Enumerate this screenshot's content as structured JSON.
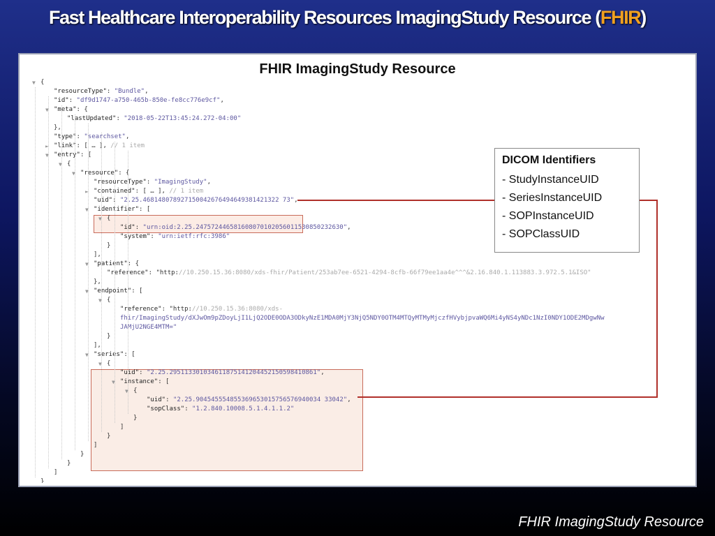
{
  "slide": {
    "title_main": "Fast Healthcare Interoperability Resources ImagingStudy Resource (",
    "title_accent": "FHIR",
    "title_close": ")",
    "panel_title": "FHIR ImagingStudy Resource",
    "footer": "FHIR ImagingStudy Resource"
  },
  "dicom_box": {
    "title": "DICOM Identifiers",
    "items": [
      "- StudyInstanceUID",
      "- SeriesInstanceUID",
      "- SOPInstanceUID",
      "- SOPClassUID"
    ]
  },
  "colors": {
    "accent": "#f0a020",
    "connector": "#b0302a",
    "highlight_border": "#c86b5a"
  },
  "json_lines": [
    {
      "toggle": "▼",
      "indent": 0,
      "text": "{"
    },
    {
      "toggle": "",
      "indent": 1,
      "text": "\"resourceType\": \"Bundle\","
    },
    {
      "toggle": "",
      "indent": 1,
      "text": "\"id\": \"df9d1747-a750-465b-850e-fe8cc776e9cf\","
    },
    {
      "toggle": "▼",
      "indent": 1,
      "text": "\"meta\": {"
    },
    {
      "toggle": "",
      "indent": 2,
      "text": "\"lastUpdated\": \"2018-05-22T13:45:24.272-04:00\""
    },
    {
      "toggle": "",
      "indent": 1,
      "text": "},"
    },
    {
      "toggle": "",
      "indent": 1,
      "text": "\"type\": \"searchset\","
    },
    {
      "toggle": "►",
      "indent": 1,
      "text": "\"link\": [ … ], // 1 item"
    },
    {
      "toggle": "▼",
      "indent": 1,
      "text": "\"entry\": ["
    },
    {
      "toggle": "▼",
      "indent": 2,
      "text": "{"
    },
    {
      "toggle": "▼",
      "indent": 3,
      "text": "\"resource\": {"
    },
    {
      "toggle": "",
      "indent": 4,
      "text": "\"resourceType\": \"ImagingStudy\","
    },
    {
      "toggle": "►",
      "indent": 4,
      "text": "\"contained\": [ … ], // 1 item"
    },
    {
      "toggle": "",
      "indent": 4,
      "text": "\"uid\": \"2.25.468148078927150042676494649381421322 73\","
    },
    {
      "toggle": "▼",
      "indent": 4,
      "text": "\"identifier\": ["
    },
    {
      "toggle": "▼",
      "indent": 5,
      "text": "{"
    },
    {
      "toggle": "",
      "indent": 6,
      "text": "\"id\": \"urn:oid:2.25.247572446581608070102056011530850232630\","
    },
    {
      "toggle": "",
      "indent": 6,
      "text": "\"system\": \"urn:ietf:rfc:3986\""
    },
    {
      "toggle": "",
      "indent": 5,
      "text": "}"
    },
    {
      "toggle": "",
      "indent": 4,
      "text": "],"
    },
    {
      "toggle": "▼",
      "indent": 4,
      "text": "\"patient\": {"
    },
    {
      "toggle": "",
      "indent": 5,
      "text": "\"reference\": \"http://10.250.15.36:8080/xds-fhir/Patient/253ab7ee-6521-4294-8cfb-66f79ee1aa4e^^^&2.16.840.1.113883.3.972.5.1&ISO\""
    },
    {
      "toggle": "",
      "indent": 4,
      "text": "},"
    },
    {
      "toggle": "▼",
      "indent": 4,
      "text": "\"endpoint\": ["
    },
    {
      "toggle": "▼",
      "indent": 5,
      "text": "{"
    },
    {
      "toggle": "",
      "indent": 6,
      "text": "\"reference\": \"http://10.250.15.36:8080/xds-"
    },
    {
      "toggle": "",
      "indent": 6,
      "text": "fhir/ImagingStudy/dXJwOm9pZDoyLjI1LjQ2ODE0ODA3ODkyNzE1MDA0MjY3NjQ5NDY0OTM4MTQyMTMyMjczfHVybjpvaWQ6Mi4yNS4yNDc1NzI0NDY1ODE2MDgwNw"
    },
    {
      "toggle": "",
      "indent": 6,
      "text": "JAMjU2NGE4MTM=\""
    },
    {
      "toggle": "",
      "indent": 5,
      "text": "}"
    },
    {
      "toggle": "",
      "indent": 4,
      "text": "],"
    },
    {
      "toggle": "▼",
      "indent": 4,
      "text": "\"series\": ["
    },
    {
      "toggle": "▼",
      "indent": 5,
      "text": "{"
    },
    {
      "toggle": "",
      "indent": 6,
      "text": "\"uid\": \"2.25.295113301034611875141204452150598410861\","
    },
    {
      "toggle": "▼",
      "indent": 6,
      "text": "\"instance\": ["
    },
    {
      "toggle": "▼",
      "indent": 7,
      "text": "{"
    },
    {
      "toggle": "",
      "indent": 8,
      "text": "\"uid\": \"2.25.904545554855369653015756576940034 33042\","
    },
    {
      "toggle": "",
      "indent": 8,
      "text": "\"sopClass\": \"1.2.840.10008.5.1.4.1.1.2\""
    },
    {
      "toggle": "",
      "indent": 7,
      "text": "}"
    },
    {
      "toggle": "",
      "indent": 6,
      "text": "]"
    },
    {
      "toggle": "",
      "indent": 5,
      "text": "}"
    },
    {
      "toggle": "",
      "indent": 4,
      "text": "]"
    },
    {
      "toggle": "",
      "indent": 3,
      "text": "}"
    },
    {
      "toggle": "",
      "indent": 2,
      "text": "}"
    },
    {
      "toggle": "",
      "indent": 1,
      "text": "]"
    },
    {
      "toggle": "",
      "indent": 0,
      "text": "}"
    }
  ]
}
